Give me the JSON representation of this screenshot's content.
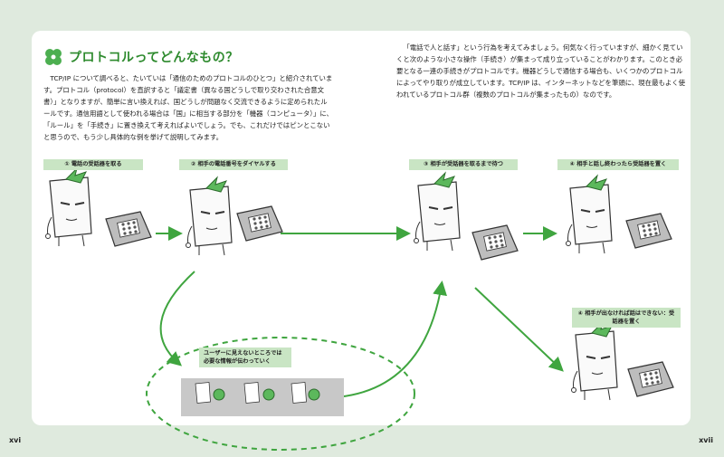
{
  "page": {
    "folio_left": "xvi",
    "folio_right": "xvii",
    "title": "プロトコルってどんなもの？",
    "para_left": "TCP/IP について調べると、たいていは「通信のためのプロトコルのひとつ」と紹介されています。プロトコル（protocol）を直訳すると「議定書（異なる国どうしで取り交わされた合意文書）」となりますが、簡単に言い換えれば、国どうしが問題なく交流できるように定められたルールです。通信用語として使われる場合は「国」に相当する部分を「機器（コンピュータ）」に、「ルール」を「手続き」に置き換えて考えればよいでしょう。でも、これだけではピンとこないと思うので、もう少し具体的な例を挙げて説明してみます。",
    "para_right": "「電話で人と話す」という行為を考えてみましょう。何気なく行っていますが、細かく見ていくと次のような小さな操作（手続き）が集まって成り立っていることがわかります。このとき必要となる一連の手続きがプロトコルです。機器どうしで通信する場合も、いくつかのプロトコルによってやり取りが成立しています。TCP/IP は、インターネットなどを筆頭に、現在最もよく使われているプロトコル群（複数のプロトコルが集まったもの）なのです。"
  },
  "diagram": {
    "steps": [
      "① 電話の受話器を取る",
      "② 相手の電話番号をダイヤルする",
      "③ 相手が受話器を取るまで待つ",
      "④ 相手と話し終わったら受話器を置く"
    ],
    "hidden_note": "ユーザーに見えないところでは必要な情報が伝わっていく",
    "failure_note": "④ 相手が出なければ話はできない：受話器を置く"
  },
  "colors": {
    "accent_green": "#2d8a2d",
    "arrow_green": "#3fa53f",
    "label_bg": "#c9e5c4",
    "page_bg": "#dfeade"
  },
  "icons": {
    "title_icon": "clover-icon"
  }
}
